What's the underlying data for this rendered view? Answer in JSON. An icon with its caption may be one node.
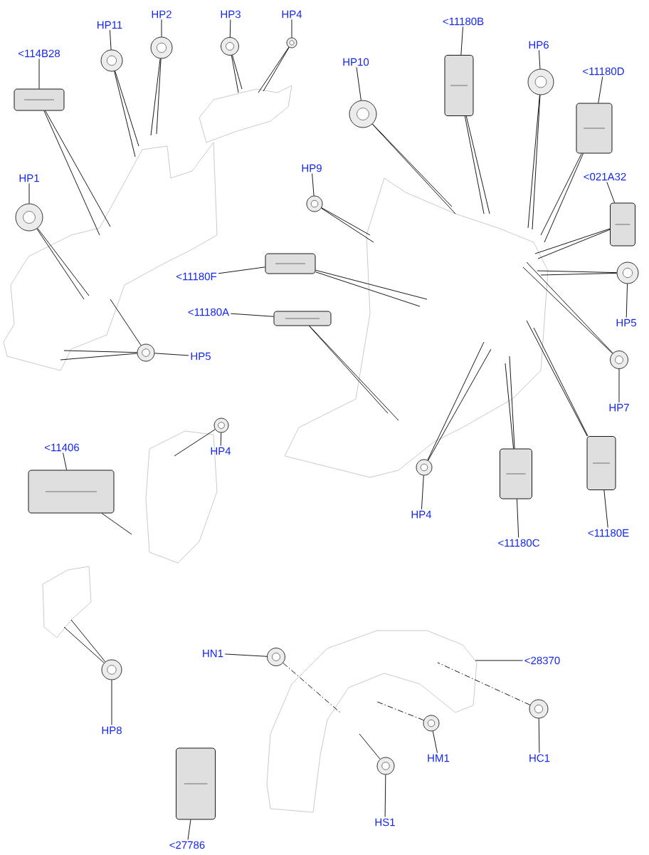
{
  "diagram": {
    "nodes": [
      {
        "text": [
          "<114B28"
        ]
      },
      {
        "text": [],
        "shape": "picture"
      },
      {
        "text": [
          "HP11"
        ]
      },
      {
        "text": [],
        "shape": "circle"
      },
      {
        "text": [
          "HP2"
        ]
      },
      {
        "text": [],
        "shape": "circle"
      },
      {
        "text": [
          "HP3"
        ]
      },
      {
        "text": [],
        "shape": "circle"
      },
      {
        "text": [
          "HP4"
        ]
      },
      {
        "text": [],
        "shape": "circle"
      },
      {
        "text": [
          "HP1"
        ]
      },
      {
        "text": [],
        "shape": "circle"
      },
      {
        "text": [
          "HP5"
        ]
      },
      {
        "text": [],
        "shape": "circle"
      },
      {
        "text": [
          "<11406"
        ]
      },
      {
        "text": [],
        "shape": "picture"
      },
      {
        "text": [
          "HP4"
        ]
      },
      {
        "text": [],
        "shape": "circle"
      },
      {
        "text": [
          "HP10"
        ]
      },
      {
        "text": [],
        "shape": "circle"
      },
      {
        "text": [
          "HP9"
        ]
      },
      {
        "text": [],
        "shape": "circle"
      },
      {
        "text": [
          "<11180F"
        ]
      },
      {
        "text": [],
        "shape": "picture"
      },
      {
        "text": [
          "<11180A"
        ]
      },
      {
        "text": [],
        "shape": "picture"
      },
      {
        "text": [
          "<11180B"
        ]
      },
      {
        "text": [],
        "shape": "picture"
      },
      {
        "text": [
          "HP6"
        ]
      },
      {
        "text": [],
        "shape": "circle"
      },
      {
        "text": [
          "<11180D"
        ]
      },
      {
        "text": [],
        "shape": "picture"
      },
      {
        "text": [
          "<021A32"
        ]
      },
      {
        "text": [],
        "shape": "picture"
      },
      {
        "text": [
          "HP5"
        ]
      },
      {
        "text": [],
        "shape": "circle"
      },
      {
        "text": [
          "HP7"
        ]
      },
      {
        "text": [],
        "shape": "circle"
      },
      {
        "text": [
          "HP4"
        ]
      },
      {
        "text": [],
        "shape": "circle"
      },
      {
        "text": [
          "<11180C"
        ]
      },
      {
        "text": [],
        "shape": "picture"
      },
      {
        "text": [
          "<11180E"
        ]
      },
      {
        "text": [],
        "shape": "picture"
      },
      {
        "text": [
          "HN1"
        ]
      },
      {
        "text": [],
        "shape": "circle"
      },
      {
        "text": [
          "<28370"
        ]
      },
      {
        "text": [
          "HC1"
        ]
      },
      {
        "text": [],
        "shape": "circle"
      },
      {
        "text": [
          "HM1"
        ]
      },
      {
        "text": [],
        "shape": "circle"
      },
      {
        "text": [
          "HS1"
        ]
      },
      {
        "text": [],
        "shape": "circle"
      },
      {
        "text": [
          "HP8"
        ]
      },
      {
        "text": [],
        "shape": "circle"
      },
      {
        "text": [
          "<27786"
        ]
      },
      {
        "text": [],
        "shape": "picture"
      }
    ],
    "edges": [
      {
        "from": 0,
        "to": 1,
        "arrow": "none"
      },
      {
        "from": 1,
        "to": null,
        "arrow": "none"
      },
      {
        "from": 1,
        "to": null,
        "arrow": "none"
      },
      {
        "from": 2,
        "to": 3,
        "arrow": "none"
      },
      {
        "from": 3,
        "to": null,
        "arrow": "none"
      },
      {
        "from": 3,
        "to": null,
        "arrow": "none"
      },
      {
        "from": 4,
        "to": 5,
        "arrow": "none"
      },
      {
        "from": 5,
        "to": null,
        "arrow": "none"
      },
      {
        "from": 5,
        "to": null,
        "arrow": "none"
      },
      {
        "from": 6,
        "to": 7,
        "arrow": "none"
      },
      {
        "from": 7,
        "to": null,
        "arrow": "none"
      },
      {
        "from": 7,
        "to": null,
        "arrow": "none"
      },
      {
        "from": 8,
        "to": 9,
        "arrow": "none"
      },
      {
        "from": 9,
        "to": null,
        "arrow": "none"
      },
      {
        "from": 9,
        "to": null,
        "arrow": "none"
      },
      {
        "from": 10,
        "to": 11,
        "arrow": "none"
      },
      {
        "from": 11,
        "to": null,
        "arrow": "none"
      },
      {
        "from": 11,
        "to": null,
        "arrow": "none"
      },
      {
        "from": 12,
        "to": 13,
        "arrow": "none"
      },
      {
        "from": 13,
        "to": null,
        "arrow": "none"
      },
      {
        "from": 13,
        "to": null,
        "arrow": "none"
      },
      {
        "from": 13,
        "to": null,
        "arrow": "none"
      },
      {
        "from": 14,
        "to": 15,
        "arrow": "none"
      },
      {
        "from": 15,
        "to": null,
        "arrow": "none"
      },
      {
        "from": 16,
        "to": 17,
        "arrow": "none"
      },
      {
        "from": 17,
        "to": null,
        "arrow": "none"
      },
      {
        "from": 18,
        "to": 19,
        "arrow": "none"
      },
      {
        "from": 19,
        "to": null,
        "arrow": "none"
      },
      {
        "from": 19,
        "to": null,
        "arrow": "none"
      },
      {
        "from": 20,
        "to": 21,
        "arrow": "none"
      },
      {
        "from": 21,
        "to": null,
        "arrow": "none"
      },
      {
        "from": 21,
        "to": null,
        "arrow": "none"
      },
      {
        "from": 22,
        "to": 23,
        "arrow": "none"
      },
      {
        "from": 23,
        "to": null,
        "arrow": "none"
      },
      {
        "from": 23,
        "to": null,
        "arrow": "none"
      },
      {
        "from": 24,
        "to": 25,
        "arrow": "none"
      },
      {
        "from": 25,
        "to": null,
        "arrow": "none"
      },
      {
        "from": 25,
        "to": null,
        "arrow": "none"
      },
      {
        "from": 26,
        "to": 27,
        "arrow": "none"
      },
      {
        "from": 27,
        "to": null,
        "arrow": "none"
      },
      {
        "from": 27,
        "to": null,
        "arrow": "none"
      },
      {
        "from": 28,
        "to": 29,
        "arrow": "none"
      },
      {
        "from": 29,
        "to": null,
        "arrow": "none"
      },
      {
        "from": 29,
        "to": null,
        "arrow": "none"
      },
      {
        "from": 30,
        "to": 31,
        "arrow": "none"
      },
      {
        "from": 31,
        "to": null,
        "arrow": "none"
      },
      {
        "from": 31,
        "to": null,
        "arrow": "none"
      },
      {
        "from": 32,
        "to": 33,
        "arrow": "none"
      },
      {
        "from": 33,
        "to": null,
        "arrow": "none"
      },
      {
        "from": 33,
        "to": null,
        "arrow": "none"
      },
      {
        "from": 34,
        "to": 35,
        "arrow": "none"
      },
      {
        "from": 35,
        "to": null,
        "arrow": "none"
      },
      {
        "from": 35,
        "to": null,
        "arrow": "none"
      },
      {
        "from": 36,
        "to": 37,
        "arrow": "none"
      },
      {
        "from": 37,
        "to": null,
        "arrow": "none"
      },
      {
        "from": 37,
        "to": null,
        "arrow": "none"
      },
      {
        "from": 38,
        "to": 39,
        "arrow": "none"
      },
      {
        "from": 39,
        "to": null,
        "arrow": "none"
      },
      {
        "from": 39,
        "to": null,
        "arrow": "none"
      },
      {
        "from": 40,
        "to": 41,
        "arrow": "none"
      },
      {
        "from": 41,
        "to": null,
        "arrow": "none"
      },
      {
        "from": 41,
        "to": null,
        "arrow": "none"
      },
      {
        "from": 42,
        "to": 43,
        "arrow": "none"
      },
      {
        "from": 43,
        "to": null,
        "arrow": "none"
      },
      {
        "from": 43,
        "to": null,
        "arrow": "none"
      },
      {
        "from": 44,
        "to": 45,
        "arrow": "none"
      },
      {
        "from": 45,
        "to": null,
        "arrow": "none",
        "style": "dashed"
      },
      {
        "from": 46,
        "to": null,
        "arrow": "none"
      },
      {
        "from": 47,
        "to": 48,
        "arrow": "none"
      },
      {
        "from": 48,
        "to": null,
        "arrow": "none",
        "style": "dashed"
      },
      {
        "from": 49,
        "to": 50,
        "arrow": "none"
      },
      {
        "from": 50,
        "to": null,
        "arrow": "none",
        "style": "dashed"
      },
      {
        "from": 51,
        "to": 52,
        "arrow": "none"
      },
      {
        "from": 52,
        "to": null,
        "arrow": "none"
      },
      {
        "from": 53,
        "to": 54,
        "arrow": "none"
      },
      {
        "from": 54,
        "to": null,
        "arrow": "none"
      },
      {
        "from": 54,
        "to": null,
        "arrow": "none"
      },
      {
        "from": 55,
        "to": 56,
        "arrow": "none"
      }
    ]
  }
}
